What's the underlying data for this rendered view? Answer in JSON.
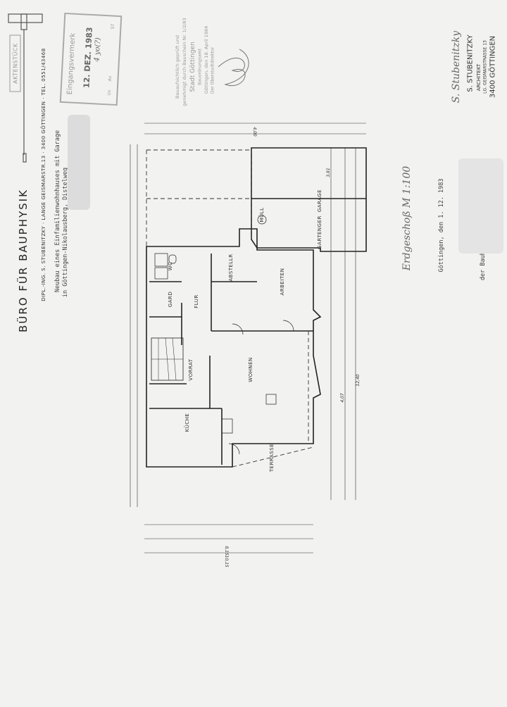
{
  "letterhead": {
    "firm_title": "BÜRO FÜR BAUPHYSIK",
    "logo_text": "AKTENSTÜCK",
    "address_line": "DIPL.-ING. S. STUBENITZKY · LANGE GEISMARSTR.13 · 3400 GÖTTINGEN · TEL. 0551/43468",
    "project_line1": "Neubau eines Einfamilienwohnhauses mit Garage",
    "project_line2": "in Göttingen-Nikolausberg, Distelweg"
  },
  "stamps": {
    "received": {
      "title": "Eingangsvermerk",
      "date": "12. DEZ. 1983",
      "note": "4 yo(?)",
      "cells": [
        "I/n",
        "An",
        "ST"
      ]
    },
    "authority": {
      "line1": "Bauaufsichtlich geprüft und",
      "line2": "genehmigt durch Bauschein Nr. 1/2/83",
      "line3": "Stadt Göttingen",
      "line4": "Bauordnungsamt",
      "line5": "Göttingen, den 18. April 1984",
      "line6": "Der Oberstadtdirektor"
    },
    "architect": {
      "signature": "S. Stubenitzky",
      "name": "S. STUBENITZKY",
      "title": "ARCHITEKT",
      "street": "LG. GEISMARSTRASSE 13",
      "city": "3400 GÖTTINGEN"
    }
  },
  "footer": {
    "drawing_title": "Erdgeschoß M 1:100",
    "date_line": "Göttingen, den 1. 12. 1983",
    "client_label": "der Bauherr"
  },
  "floorplan": {
    "rooms": {
      "garage": "GARAGE",
      "gartengeraete": "GARTENGER",
      "muell": "MÜLL",
      "arbeiten": "ARBEITEN",
      "abstellraum": "ABSTELLR",
      "wc": "WC",
      "garderobe": "GARD",
      "flur": "FLUR",
      "vorrat": "VORRAT",
      "wohnen": "WOHNEN",
      "kueche": "KÜCHE",
      "terrasse": "TERRASSE"
    },
    "dimensions": {
      "total_width": "10,15",
      "total_length": "12,40",
      "d1": "4,07",
      "d2": "8,15",
      "d3": "4,00",
      "d4": "3,81"
    }
  }
}
